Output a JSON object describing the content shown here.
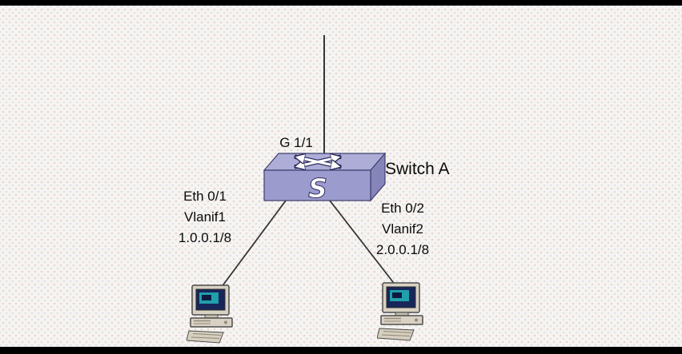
{
  "diagram": {
    "uplink_label": "G 1/1",
    "switch_name": "Switch A",
    "left_port": {
      "lines": [
        "Eth 0/1",
        "Vlanif1",
        "1.0.0.1/8"
      ]
    },
    "right_port": {
      "lines": [
        "Eth 0/2",
        "Vlanif2",
        "2.0.0.1/8"
      ]
    }
  },
  "icons": {
    "switch": "lan-switch-icon",
    "host_left": "pc-icon",
    "host_right": "pc-icon"
  },
  "colors": {
    "switch_front": "#9b9bce",
    "switch_top": "#adadd8",
    "switch_side": "#8585ba",
    "switch_edge": "#3f3f6f",
    "arrow_outline": "#2a2a5a",
    "link_line": "#353535",
    "pc_body": "#d9d2c4",
    "pc_screen": "#18265a",
    "pc_screen_glow": "#1fa0aa",
    "background": "#f6f4f1",
    "border_bar": "#000000"
  }
}
